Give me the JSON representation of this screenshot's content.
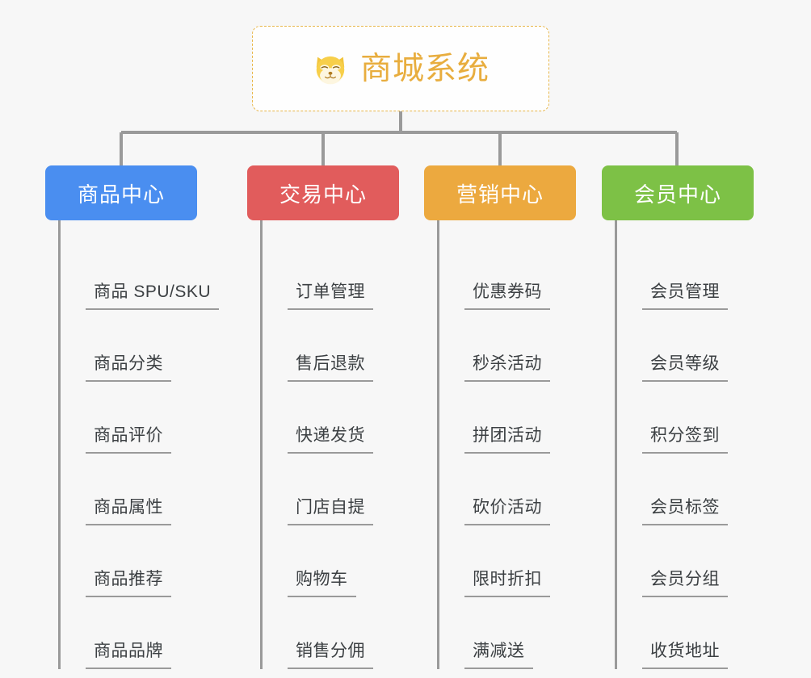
{
  "diagram": {
    "type": "mind-map",
    "background_color": "#f7f7f7",
    "root": {
      "title": "商城系统",
      "icon": "shiba-dog-face-icon",
      "text_color": "#e8ad3e",
      "border_color": "#e8b74a",
      "fill_color": "#fefefe"
    },
    "connector_color": "#9a9a9a",
    "branches": [
      {
        "label": "商品中心",
        "color": "#4a8ef0",
        "children": [
          "商品 SPU/SKU",
          "商品分类",
          "商品评价",
          "商品属性",
          "商品推荐",
          "商品品牌"
        ]
      },
      {
        "label": "交易中心",
        "color": "#e15c5c",
        "children": [
          "订单管理",
          "售后退款",
          "快递发货",
          "门店自提",
          "购物车",
          "销售分佣"
        ]
      },
      {
        "label": "营销中心",
        "color": "#eca93f",
        "children": [
          "优惠券码",
          "秒杀活动",
          "拼团活动",
          "砍价活动",
          "限时折扣",
          "满减送"
        ]
      },
      {
        "label": "会员中心",
        "color": "#7dc146",
        "children": [
          "会员管理",
          "会员等级",
          "积分签到",
          "会员标签",
          "会员分组",
          "收货地址"
        ]
      }
    ]
  }
}
